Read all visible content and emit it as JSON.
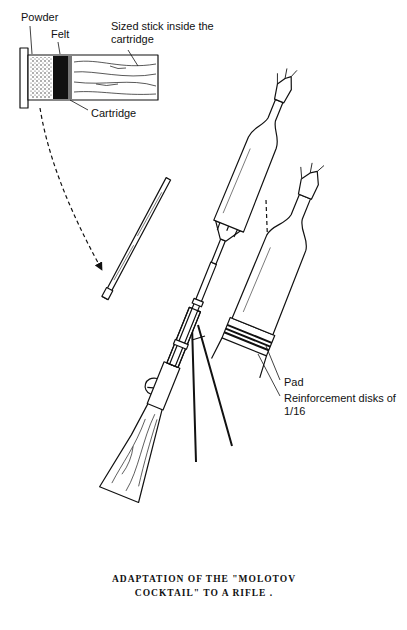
{
  "diagram": {
    "caption": "ADAPTATION OF THE \"MOLOTOV COCKTAIL\" TO A RIFLE .",
    "labels": [
      "Powder",
      "Felt",
      "Sized stick inside the cartridge",
      "Cartridge",
      "Pad",
      "Reinforcement disks of 1/16"
    ]
  }
}
